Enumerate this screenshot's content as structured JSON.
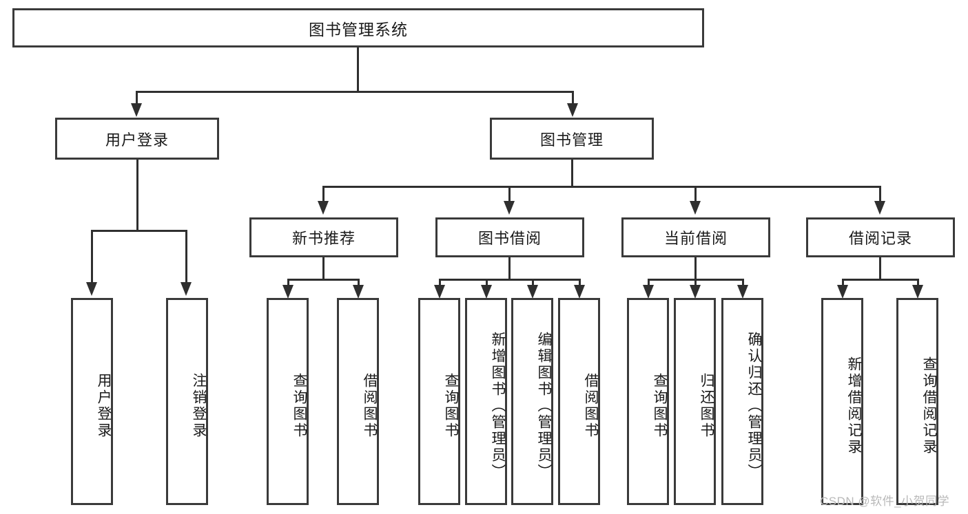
{
  "diagram": {
    "title": "图书管理系统",
    "root": {
      "label": "图书管理系统"
    },
    "level2": [
      {
        "label": "用户登录"
      },
      {
        "label": "图书管理"
      }
    ],
    "level3": [
      {
        "label": "新书推荐"
      },
      {
        "label": "图书借阅"
      },
      {
        "label": "当前借阅"
      },
      {
        "label": "借阅记录"
      }
    ],
    "leaves": {
      "user_login": [
        {
          "label": "用户登录"
        },
        {
          "label": "注销登录"
        }
      ],
      "new_book_recommend": [
        {
          "label": "查询图书"
        },
        {
          "label": "借阅图书"
        }
      ],
      "book_borrow": [
        {
          "label": "查询图书"
        },
        {
          "label": "新增图书（管理员）"
        },
        {
          "label": "编辑图书（管理员）"
        },
        {
          "label": "借阅图书"
        }
      ],
      "current_borrow": [
        {
          "label": "查询图书"
        },
        {
          "label": "归还图书"
        },
        {
          "label": "确认归还（管理员）"
        }
      ],
      "borrow_record": [
        {
          "label": "新增借阅记录"
        },
        {
          "label": "查询借阅记录"
        }
      ]
    },
    "watermark": "CSDN @软件_小贺同学",
    "colors": {
      "box_border": "#3a3a3a",
      "line": "#2f2f2f",
      "text": "#1a1a1a",
      "background": "#ffffff",
      "watermark": "#b9b9b9"
    }
  }
}
